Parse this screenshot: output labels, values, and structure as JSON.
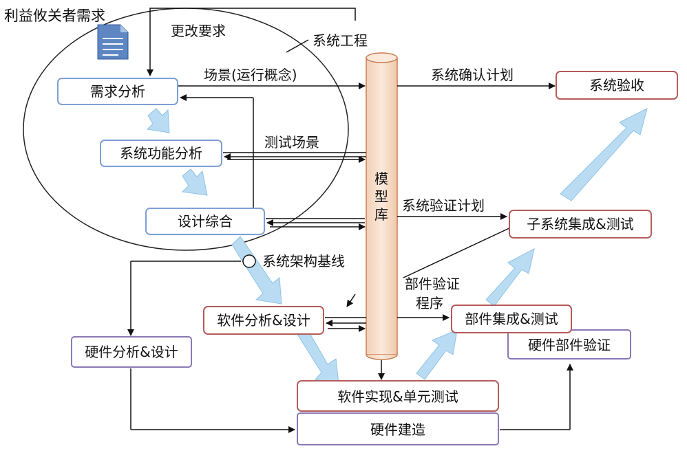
{
  "diagram": {
    "stakeholder_label": "利益攸关者需求",
    "change_label": "更改要求",
    "systems_engineering_label": "系统工程",
    "boxes": {
      "requirements_analysis": "需求分析",
      "functional_analysis": "系统功能分析",
      "design_synthesis": "设计综合",
      "system_acceptance": "系统验收",
      "subsystem_integration": "子系统集成&测试",
      "software_design": "软件分析&设计",
      "component_integration": "部件集成&测试",
      "hardware_component_verification": "硬件部件验证",
      "hardware_design": "硬件分析&设计",
      "software_implementation": "软件实现&单元测试",
      "hardware_build": "硬件建造"
    },
    "model_library": [
      "模",
      "型",
      "库"
    ],
    "flows": {
      "scenario": "场景(运行概念)",
      "test_scenario": "测试场景",
      "validation_plan": "系统确认计划",
      "verification_plan": "系统验证计划",
      "architecture_baseline": "系统架构基线",
      "component_verification_1": "部件验证",
      "component_verification_2": "程序"
    },
    "colors": {
      "blue_border": "#7e9fd6",
      "red_border": "#b55a5a",
      "purple_border": "#8a78b5",
      "cylinder_fill": "#f6ddc8",
      "cylinder_stroke": "#c87c54",
      "flow_arrow": "#b9dcf2"
    }
  }
}
